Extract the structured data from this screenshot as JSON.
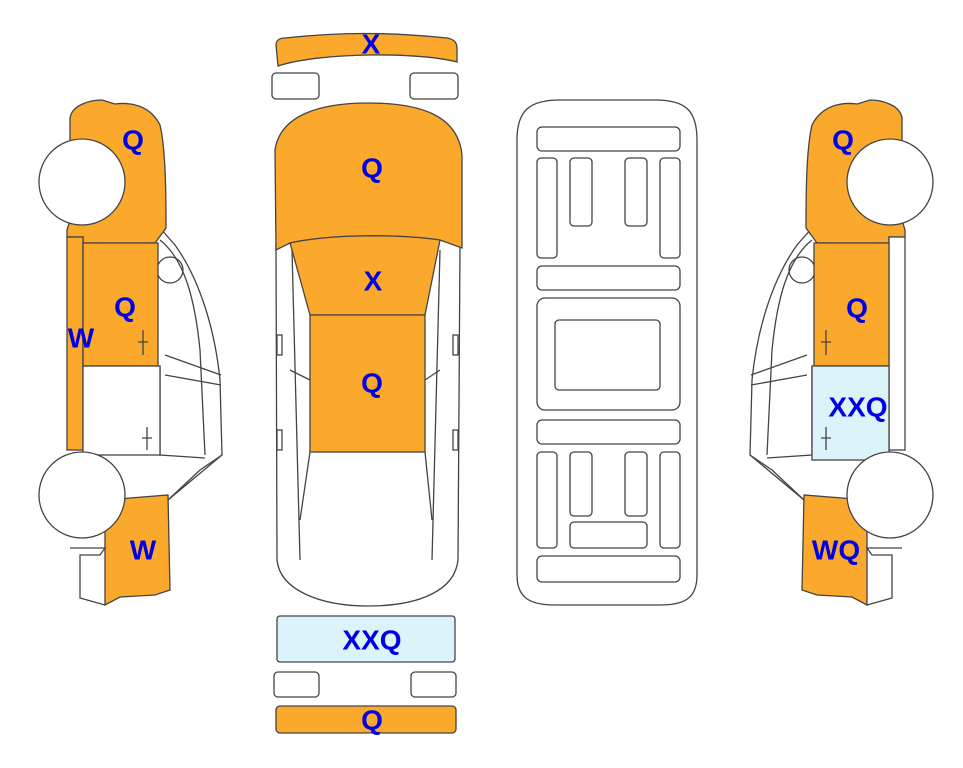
{
  "colors": {
    "damage_orange": "#FBA92C",
    "damage_blue": "#DDF3FA",
    "label": "#0000E6",
    "none": "#FFFFFF"
  },
  "left_side": {
    "front_fender": "Q",
    "front_door": "Q",
    "rocker": "W",
    "rear_quarter": "W"
  },
  "top_view": {
    "front_bumper": "X",
    "hood": "Q",
    "windshield": "X",
    "roof": "Q",
    "rear_panel": "XXQ",
    "rear_bumper": "Q"
  },
  "right_side": {
    "front_fender": "Q",
    "front_door": "Q",
    "rear_door": "XXQ",
    "rear_quarter": "WQ"
  }
}
